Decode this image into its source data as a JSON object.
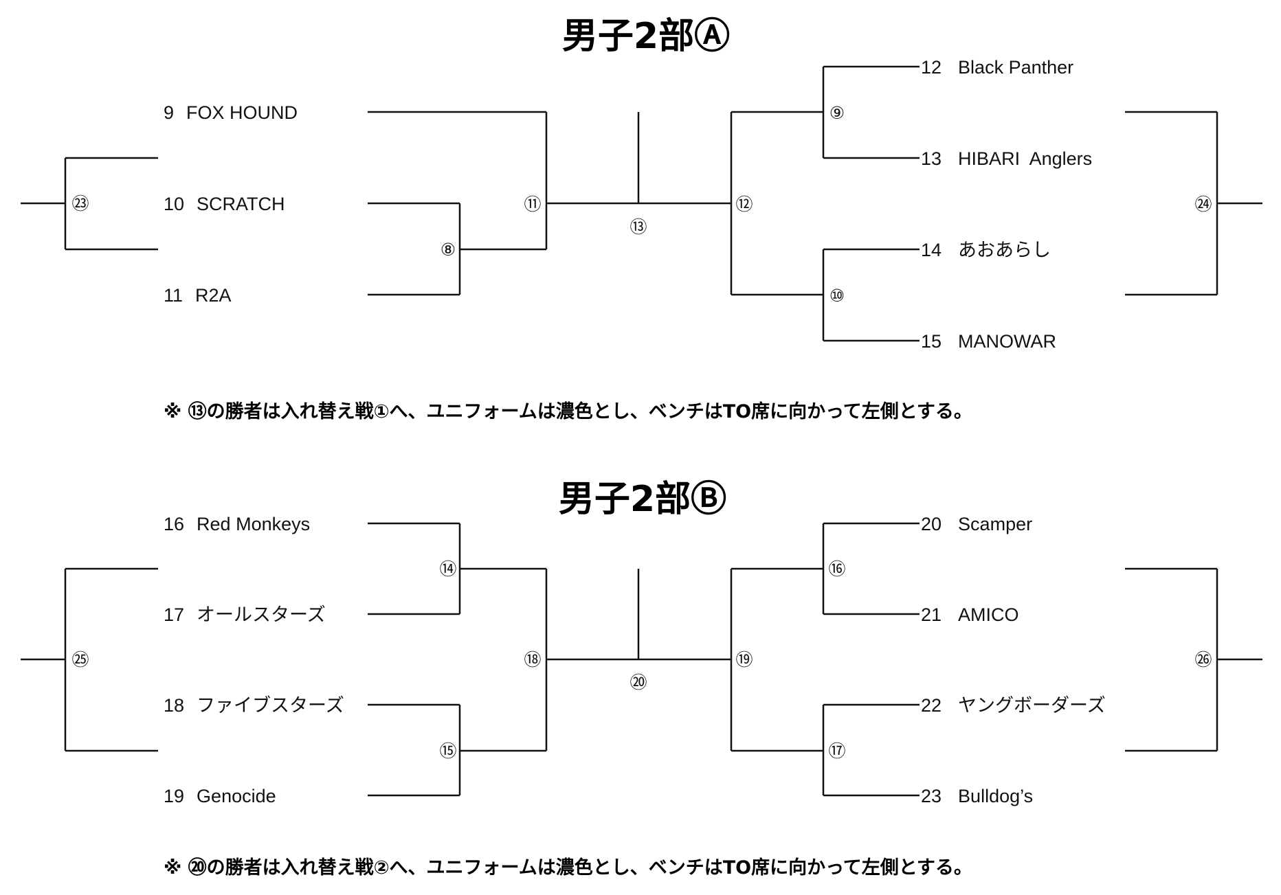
{
  "brackets": [
    {
      "title": "男子2部Ⓐ",
      "note": "※ ⑬の勝者は入れ替え戦①へ、ユニフォームは濃色とし、ベンチはTO席に向かって左側とする。",
      "left_teams": [
        {
          "seed": "9",
          "name": "FOX HOUND"
        },
        {
          "seed": "10",
          "name": "SCRATCH"
        },
        {
          "seed": "11",
          "name": "R2A"
        }
      ],
      "right_teams": [
        {
          "seed": "12",
          "name": "Black Panther"
        },
        {
          "seed": "13",
          "name": "HIBARI  Anglers"
        },
        {
          "seed": "14",
          "name": "あおあらし"
        },
        {
          "seed": "15",
          "name": "MANOWAR"
        }
      ],
      "games": {
        "left_semi": "⑧",
        "left_final": "⑪",
        "right_upper": "⑨",
        "right_lower": "⑩",
        "right_final": "⑫",
        "final": "⑬",
        "outer_left": "㉓",
        "outer_right": "㉔"
      }
    },
    {
      "title": "男子2部Ⓑ",
      "note": "※ ⑳の勝者は入れ替え戦②へ、ユニフォームは濃色とし、ベンチはTO席に向かって左側とする。",
      "left_teams": [
        {
          "seed": "16",
          "name": "Red Monkeys"
        },
        {
          "seed": "17",
          "name": "オールスターズ"
        },
        {
          "seed": "18",
          "name": "ファイブスターズ"
        },
        {
          "seed": "19",
          "name": "Genocide"
        }
      ],
      "right_teams": [
        {
          "seed": "20",
          "name": "Scamper"
        },
        {
          "seed": "21",
          "name": "AMICO"
        },
        {
          "seed": "22",
          "name": "ヤングボーダーズ"
        },
        {
          "seed": "23",
          "name": "Bulldog’s"
        }
      ],
      "games": {
        "left_upper": "⑭",
        "left_lower": "⑮",
        "left_final": "⑱",
        "right_upper": "⑯",
        "right_lower": "⑰",
        "right_final": "⑲",
        "final": "⑳",
        "outer_left": "㉕",
        "outer_right": "㉖"
      }
    }
  ]
}
